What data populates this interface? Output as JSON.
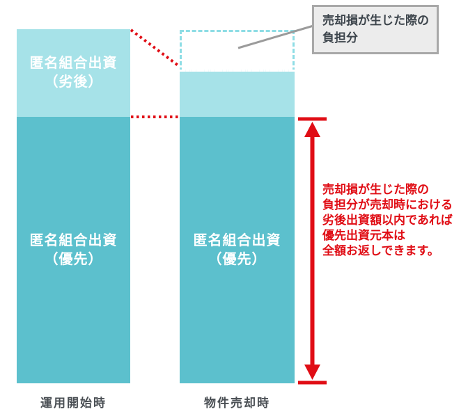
{
  "diagram": {
    "left_bar": {
      "subordinated_line1": "匿名組合出資",
      "subordinated_line2": "（劣後）",
      "preferred_line1": "匿名組合出資",
      "preferred_line2": "（優先）",
      "axis_label": "運用開始時"
    },
    "right_bar": {
      "preferred_line1": "匿名組合出資",
      "preferred_line2": "（優先）",
      "axis_label": "物件売却時"
    },
    "callout": {
      "line1": "売却損が生じた際の",
      "line2": "負担分"
    },
    "note": {
      "lines": [
        "売却損が生じた際の",
        "負担分が売却時における",
        "劣後出資額以内であれば",
        "優先出資元本は",
        "全額お返しできます。"
      ]
    },
    "colors": {
      "light_teal": "#a6e2e8",
      "dark_teal": "#5cc0cd",
      "dashed_border_teal": "#8edde5",
      "red": "#e00d15",
      "callout_bg": "#ececec",
      "callout_border": "#a8a8a8",
      "axis_label_gray": "#4a4f54",
      "pointer_gray": "#9b9b9b"
    }
  }
}
